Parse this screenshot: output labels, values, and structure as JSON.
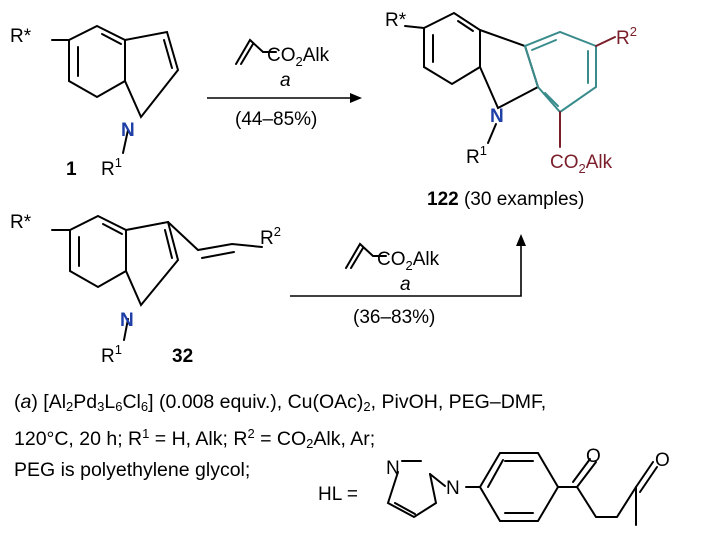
{
  "compound_1": {
    "label": "1",
    "r_star": "R*",
    "n": "N",
    "r1": "R",
    "r1_sup": "1"
  },
  "compound_32": {
    "label": "32",
    "r_star": "R*",
    "n": "N",
    "r1": "R",
    "r1_sup": "1",
    "r2": "R",
    "r2_sup": "2"
  },
  "product_122": {
    "r_star": "R*",
    "n": "N",
    "r1": "R",
    "r1_sup": "1",
    "r2": "R",
    "r2_sup": "2",
    "ester_co": "CO",
    "ester_sub": "2",
    "ester_alk": "Alk",
    "label": "122",
    "examples": "(30 examples)"
  },
  "reaction_top": {
    "reagent_co": "CO",
    "reagent_sub": "2",
    "reagent_alk": "Alk",
    "condition": "a",
    "yield": "(44–85%)"
  },
  "reaction_bottom": {
    "reagent_co": "CO",
    "reagent_sub": "2",
    "reagent_alk": "Alk",
    "condition": "a",
    "yield": "(36–83%)"
  },
  "notes": {
    "p1": "(",
    "cond_letter": "a",
    "p2": ") [Al",
    "s1": "2",
    "p3": "Pd",
    "s2": "3",
    "p4": "L",
    "s3": "6",
    "p5": "Cl",
    "s4": "6",
    "p6": "] (0.008 equiv.), Cu(OAc)",
    "s5": "2",
    "p7": ", PivOH, PEG–DMF,",
    "l2a": "120°C, 20 h; R",
    "l2s1": "1",
    "l2b": " = H, Alk; R",
    "l2s2": "2",
    "l2c": " = CO",
    "l2s3": "2",
    "l2d": "Alk, Ar;",
    "line3": "PEG is polyethylene glycol;"
  },
  "ligand": {
    "prefix": "HL =",
    "n1": "N",
    "n2": "N",
    "o1": "O",
    "o2": "O"
  }
}
